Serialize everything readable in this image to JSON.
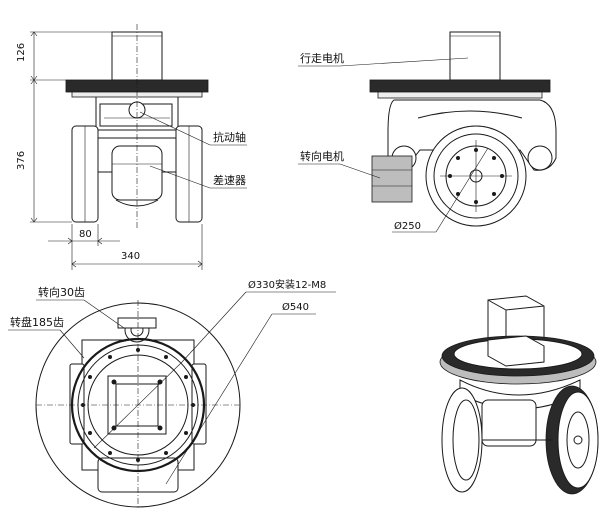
{
  "dimensions": {
    "height_top": "126",
    "height_main": "376",
    "width_inner": "80",
    "width_total": "340",
    "wheel_diameter": "Ø250",
    "bolt_circle": "Ø330安装12-M8",
    "outer_diameter": "Ø540"
  },
  "labels": {
    "drive_motor": "行走电机",
    "steer_motor": "转向电机",
    "swing_shaft": "抗动轴",
    "differential": "差速器",
    "steer_gear": "转向30齿",
    "turntable_gear": "转盘185齿"
  }
}
